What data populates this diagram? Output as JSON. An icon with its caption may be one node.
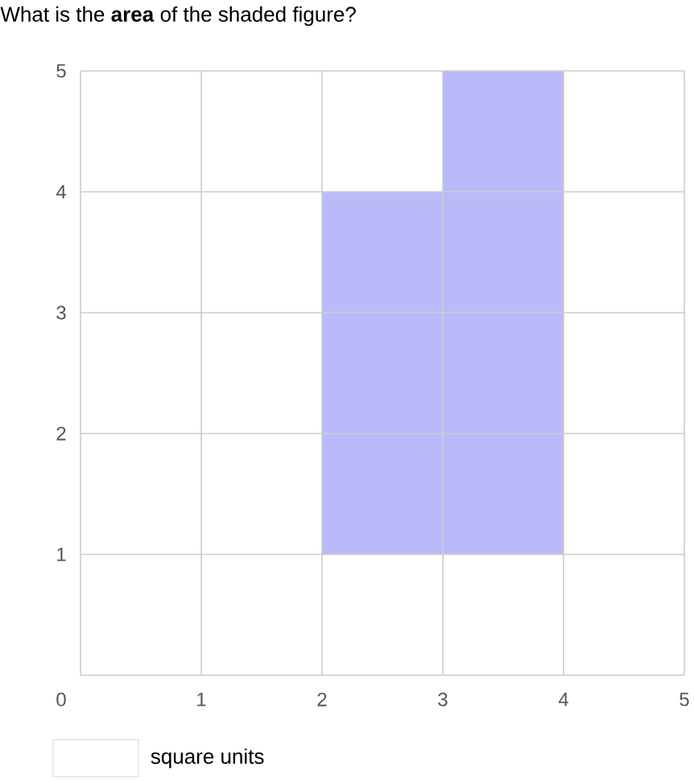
{
  "diagram": {
    "title": "What is the **area** of the shaded figure?",
    "nodes": [
      {
        "text": [],
        "shape": "box",
        "beside": [
          "square units"
        ]
      }
    ],
    "labels": [
      "5",
      "4",
      "3",
      "2",
      "1",
      "0",
      "1",
      "2",
      "3",
      "4",
      "5"
    ]
  }
}
